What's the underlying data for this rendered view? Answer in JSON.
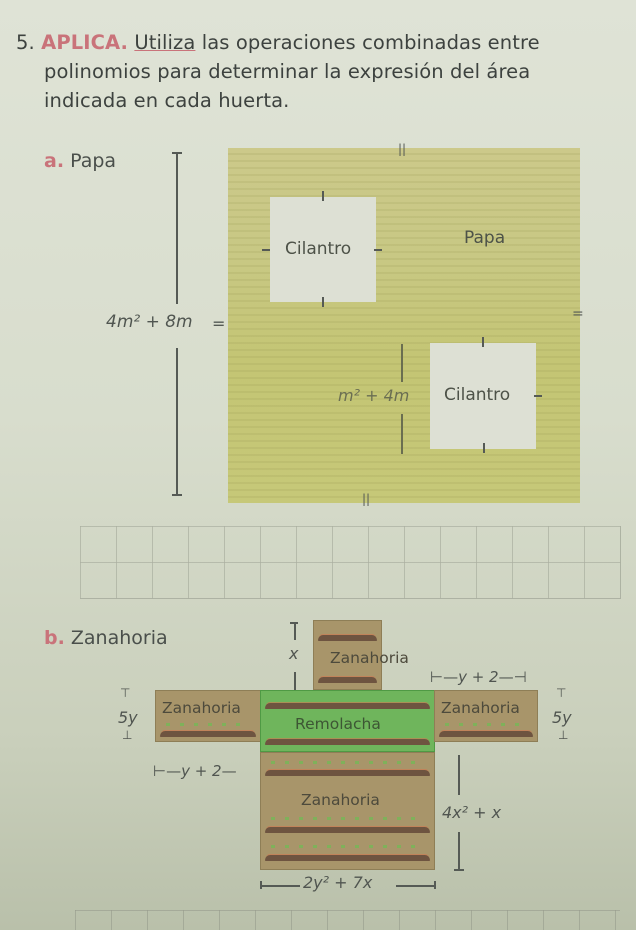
{
  "question": {
    "number": "5.",
    "keyword": "APLICA.",
    "verb": "Utiliza",
    "line1_rest": " las operaciones combinadas entre",
    "line2": "polinomios para determinar la expresión del área",
    "line3": "indicada en cada huerta."
  },
  "part_a": {
    "letter": "a.",
    "title": "Papa",
    "field_label": "Papa",
    "cilantro_top_label": "Cilantro",
    "cilantro_bottom_label": "Cilantro",
    "side_dimension": "4m² + 8m",
    "inner_dimension": "m² + 4m",
    "colors": {
      "field": "#c8c880",
      "cilantro": "#dde0d4"
    }
  },
  "answer_grid": {
    "columns": 15,
    "rows": 2
  },
  "part_b": {
    "letter": "b.",
    "title": "Zanahoria",
    "plots": {
      "top": "Zanahoria",
      "center": "Remolacha",
      "left": "Zanahoria",
      "right": "Zanahoria",
      "bottom": "Zanahoria"
    },
    "dimensions": {
      "top_height": "x",
      "right_width": "y + 2",
      "left_height": "5y",
      "right_height": "5y",
      "left_width": "y + 2",
      "bottom_height": "4x² + x",
      "bottom_width": "2y² + 7x"
    },
    "colors": {
      "zanahoria": "#a8956a",
      "remolacha": "#6fb55c"
    }
  }
}
